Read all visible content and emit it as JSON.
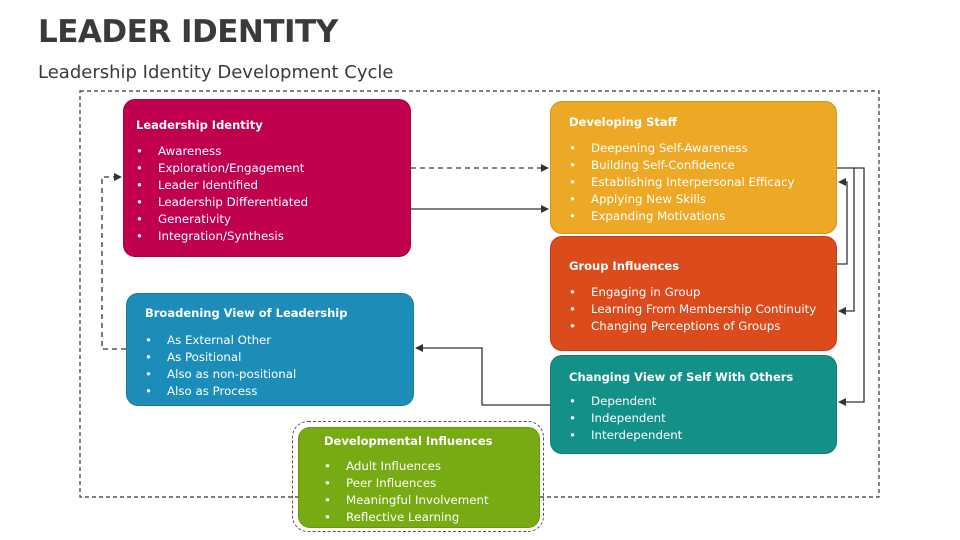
{
  "header": {
    "title": "LEADER IDENTITY",
    "subtitle": "Leadership Identity Development Cycle"
  },
  "boxes": {
    "leadership_identity": {
      "heading": "Leadership Identity",
      "items": [
        "Awareness",
        "Exploration/Engagement",
        "Leader Identified",
        "Leadership Differentiated",
        "Generativity",
        "Integration/Synthesis"
      ],
      "color": "#c0004e"
    },
    "developing_staff": {
      "heading": "Developing Staff",
      "items": [
        "Deepening Self-Awareness",
        "Building Self-Confidence",
        "Establishing Interpersonal Efficacy",
        "Applying New Skills",
        "Expanding Motivations"
      ],
      "color": "#eda925"
    },
    "group_influences": {
      "heading": "Group Influences",
      "items": [
        "Engaging in Group",
        "Learning From Membership Continuity",
        "Changing Perceptions of Groups"
      ],
      "color": "#db4b1c"
    },
    "changing_view": {
      "heading": "Changing View of Self With Others",
      "items": [
        "Dependent",
        "Independent",
        "Interdependent"
      ],
      "color": "#139188"
    },
    "broadening_view": {
      "heading": "Broadening View of Leadership",
      "items": [
        "As External Other",
        "As Positional",
        "Also as non-positional",
        "Also as Process"
      ],
      "color": "#1b8db8"
    },
    "developmental_influences": {
      "heading": "Developmental Influences",
      "items": [
        "Adult Influences",
        "Peer Influences",
        "Meaningful Involvement",
        "Reflective Learning"
      ],
      "color": "#78aa14"
    }
  }
}
